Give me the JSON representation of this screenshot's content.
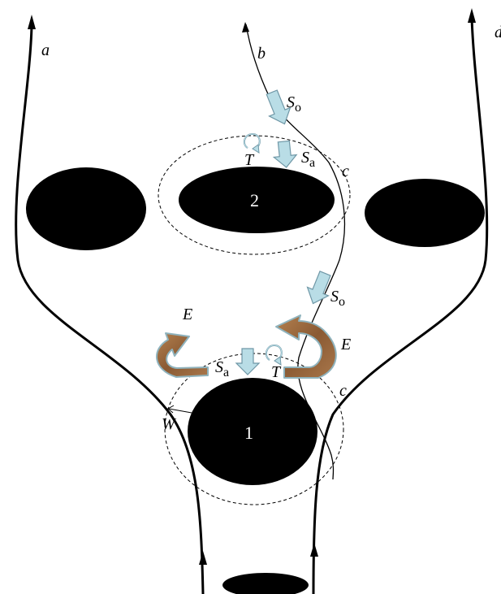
{
  "labels": {
    "a": "a",
    "b": "b",
    "d": "d",
    "c_upper": "c",
    "c_lower": "c",
    "so_upper": "S",
    "so_upper_sub": "o",
    "so_lower": "S",
    "so_lower_sub": "o",
    "sa_upper": "S",
    "sa_upper_sub": "a",
    "sa_lower": "S",
    "sa_lower_sub": "a",
    "t_upper": "T",
    "t_lower": "T",
    "e_left": "E",
    "e_right": "E",
    "w": "W"
  },
  "bodies": {
    "body_1": "1",
    "body_2": "2"
  },
  "colors": {
    "ink": "#000000",
    "flux_arrow_fill": "#b9dde6",
    "flux_arrow_stroke": "#6f97a6",
    "eddy_fill": "#9c6b43",
    "eddy_stroke": "#8fb3bd"
  }
}
